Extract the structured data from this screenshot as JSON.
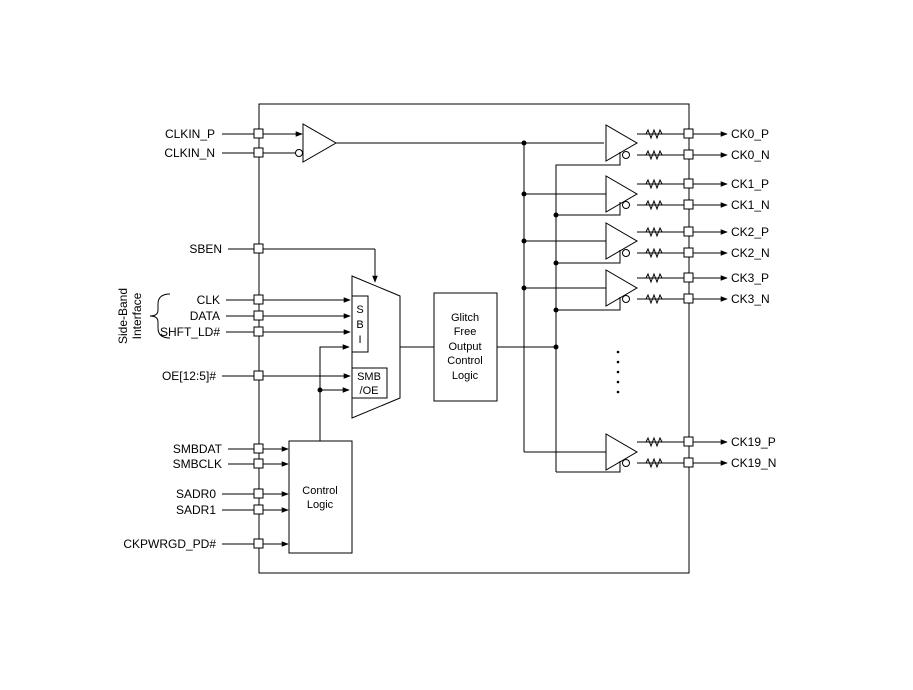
{
  "diagram": {
    "input_pins": {
      "clkin_p": "CLKIN_P",
      "clkin_n": "CLKIN_N",
      "sben": "SBEN",
      "clk": "CLK",
      "data": "DATA",
      "shft_ld": "SHFT_LD#",
      "oe": "OE[12:5]#",
      "smbdat": "SMBDAT",
      "smbclk": "SMBCLK",
      "sadr0": "SADR0",
      "sadr1": "SADR1",
      "ckpwrgd": "CKPWRGD_PD#"
    },
    "side_band": {
      "line1": "Side-Band",
      "line2": "Interface"
    },
    "mux": {
      "sbi": [
        "S",
        "B",
        "I"
      ],
      "smb_oe": [
        "SMB",
        "/OE"
      ]
    },
    "glitch_block": [
      "Glitch",
      "Free",
      "Output",
      "Control",
      "Logic"
    ],
    "control_block": [
      "Control",
      "Logic"
    ],
    "outputs": [
      {
        "p": "CK0_P",
        "n": "CK0_N"
      },
      {
        "p": "CK1_P",
        "n": "CK1_N"
      },
      {
        "p": "CK2_P",
        "n": "CK2_N"
      },
      {
        "p": "CK3_P",
        "n": "CK3_N"
      },
      {
        "p": "CK19_P",
        "n": "CK19_N"
      }
    ]
  }
}
